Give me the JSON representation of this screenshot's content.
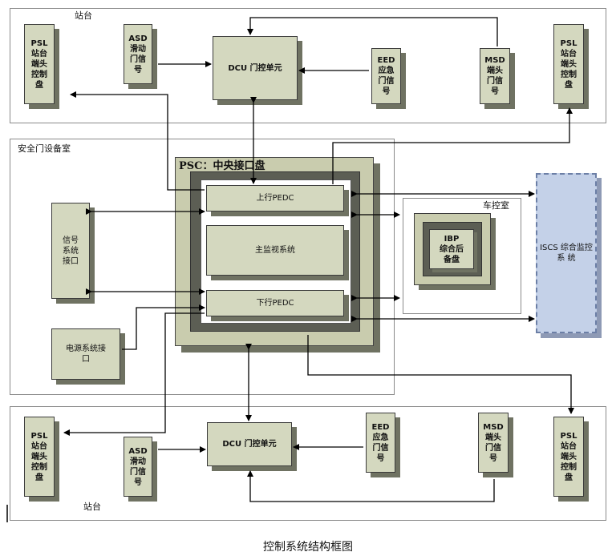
{
  "station_top": {
    "label": "站台"
  },
  "station_bottom": {
    "label": "站台"
  },
  "equipment_room": {
    "label": "安全门设备室"
  },
  "car_control": {
    "label": "车控室"
  },
  "psc": {
    "title": "PSC：中央接口盘"
  },
  "boxes": {
    "psl_tl": "PSL\n站台\n端头\n控制\n盘",
    "asd_t": "ASD\n滑动\n门信\n号",
    "dcu_t": "DCU 门控单元",
    "eed_t": "EED\n应急\n门信\n号",
    "msd_t": "MSD\n端头\n门信\n号",
    "psl_tr": "PSL\n站台\n端头\n控制\n盘",
    "upper_pedc": "上行PEDC",
    "main_monitor": "主监视系统",
    "lower_pedc": "下行PEDC",
    "signal_if": "信号\n系统\n接口",
    "power_if": "电源系统接\n口",
    "ibp": "IBP\n综合后\n备盘",
    "iscs": "ISCS\n综合监控系\n统",
    "psl_bl": "PSL\n站台\n端头\n控制\n盘",
    "asd_b": "ASD\n滑动\n门信\n号",
    "dcu_b": "DCU 门控单元",
    "eed_b": "EED\n应急\n门信\n号",
    "msd_b": "MSD\n端头\n门信\n号",
    "psl_br": "PSL\n站台\n端头\n控制\n盘"
  },
  "caption": "控制系统结构框图"
}
